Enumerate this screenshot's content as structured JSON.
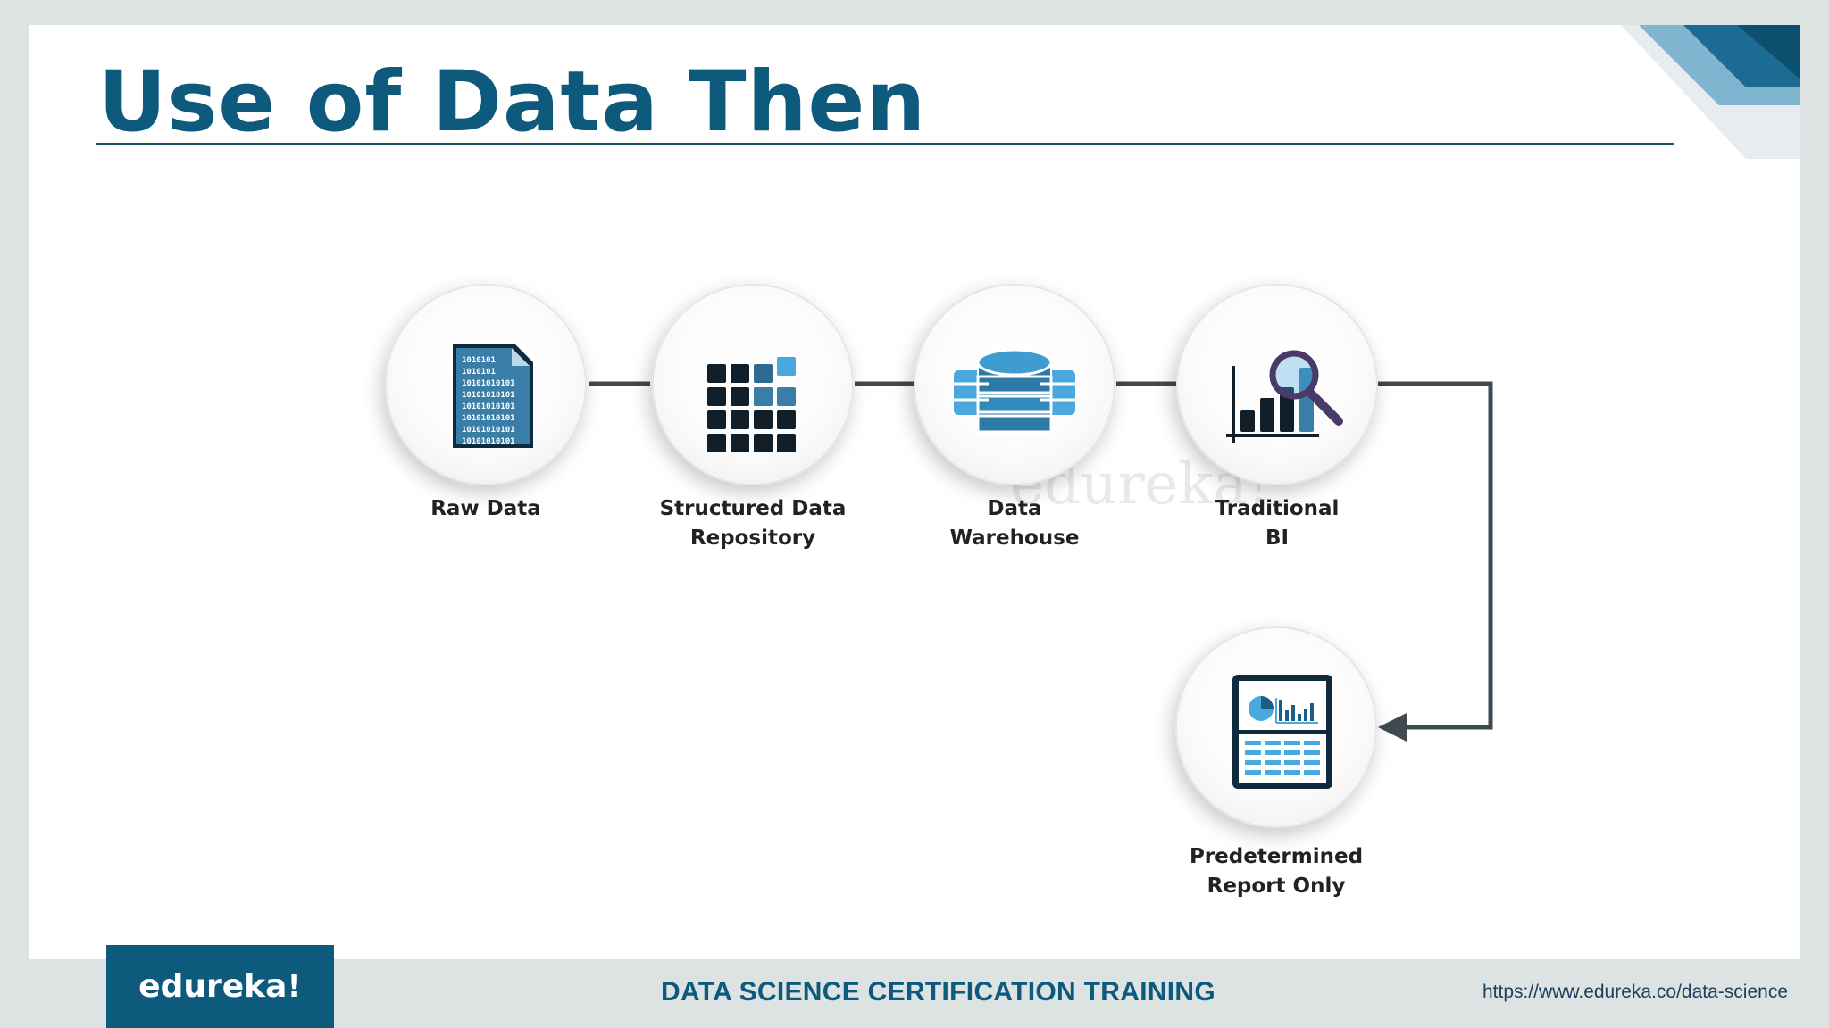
{
  "slide": {
    "title": "Use of Data Then"
  },
  "diagram": {
    "nodes": [
      {
        "id": "raw-data",
        "icon": "binary-document-icon",
        "label_lines": [
          "Raw Data"
        ]
      },
      {
        "id": "structured-data-repository",
        "icon": "grid-blocks-icon",
        "label_lines": [
          "Structured Data",
          "Repository"
        ]
      },
      {
        "id": "data-warehouse",
        "icon": "database-icon",
        "label_lines": [
          "Data",
          "Warehouse"
        ]
      },
      {
        "id": "traditional-bi",
        "icon": "bar-chart-magnifier-icon",
        "label_lines": [
          "Traditional",
          "BI"
        ]
      },
      {
        "id": "predetermined-report-only",
        "icon": "report-dashboard-icon",
        "label_lines": [
          "Predetermined",
          "Report Only"
        ]
      }
    ],
    "binary_text": [
      "1010101",
      "1010101",
      "10101010101",
      "10101010101",
      "10101010101",
      "10101010101",
      "10101010101",
      "10101010101"
    ],
    "watermark": "edureka!"
  },
  "footer": {
    "logo": "edureka!",
    "course": "DATA SCIENCE CERTIFICATION TRAINING",
    "url": "https://www.edureka.co/data-science"
  },
  "colors": {
    "brand": "#0d5a7d",
    "connector": "#3e4a4f",
    "icon_dark": "#102a3d",
    "icon_mid": "#3a7ea8",
    "icon_light": "#4aa9dc",
    "background": "#dde3e2"
  }
}
